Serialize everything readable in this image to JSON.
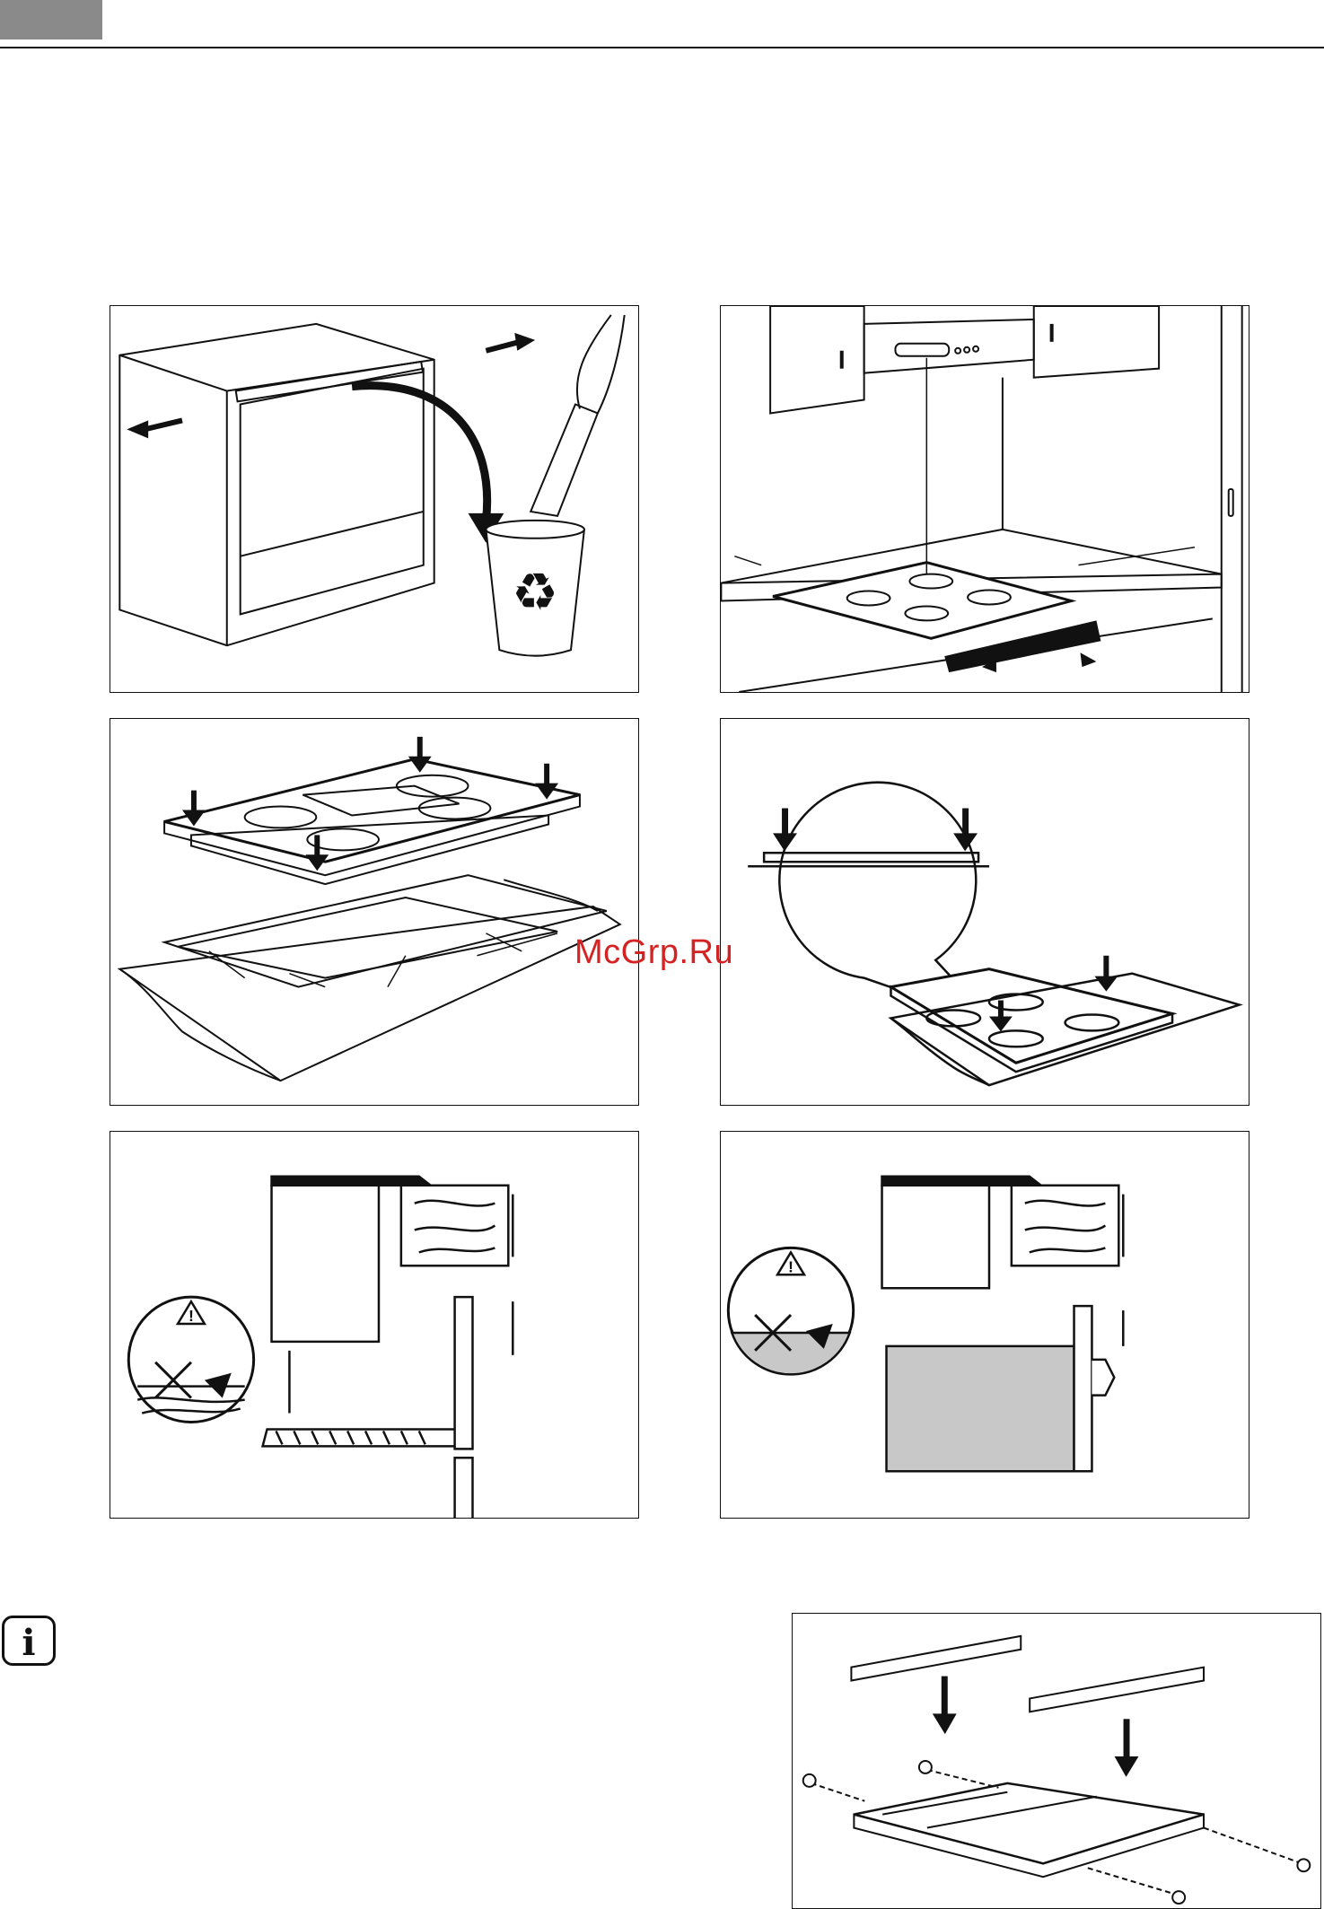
{
  "watermark": {
    "text": "McGrp.Ru",
    "color": "#d42323"
  },
  "info_icon": {
    "glyph": "i"
  },
  "figures": [
    {
      "id": "cabinet-recycle",
      "icons": [
        "arrow-icon",
        "recycle-icon",
        "hand-icon"
      ]
    },
    {
      "id": "kitchen-clearance",
      "icons": [
        "arrow-icon",
        "dimension-icon"
      ]
    },
    {
      "id": "hob-seal-install",
      "icons": [
        "arrow-icon"
      ]
    },
    {
      "id": "hob-press-detail",
      "icons": [
        "arrow-icon",
        "magnifier-icon"
      ]
    },
    {
      "id": "drawer-warning",
      "icons": [
        "warning-icon",
        "cross-icon"
      ]
    },
    {
      "id": "oven-warning",
      "icons": [
        "warning-icon",
        "cross-icon"
      ]
    },
    {
      "id": "bracket-assembly",
      "icons": [
        "arrow-icon",
        "screw-icon"
      ]
    }
  ]
}
